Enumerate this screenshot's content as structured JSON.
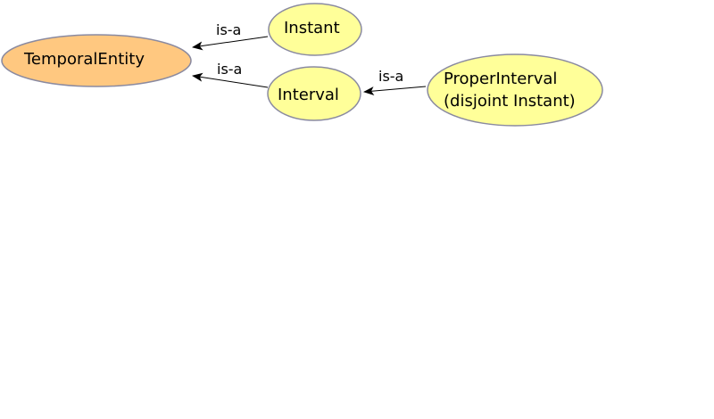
{
  "colors": {
    "root_fill": "#ffc880",
    "class_fill": "#ffff99",
    "stroke": "#8a8aa0",
    "edge": "#000000"
  },
  "nodes": {
    "temporal_entity": {
      "label": "TemporalEntity"
    },
    "instant": {
      "label": "Instant"
    },
    "interval": {
      "label": "Interval"
    },
    "proper_interval": {
      "line1": "ProperInterval",
      "line2": "(disjoint Instant)"
    }
  },
  "edges": {
    "instant_to_temporal": {
      "label": "is-a"
    },
    "interval_to_temporal": {
      "label": "is-a"
    },
    "proper_to_interval": {
      "label": "is-a"
    }
  }
}
